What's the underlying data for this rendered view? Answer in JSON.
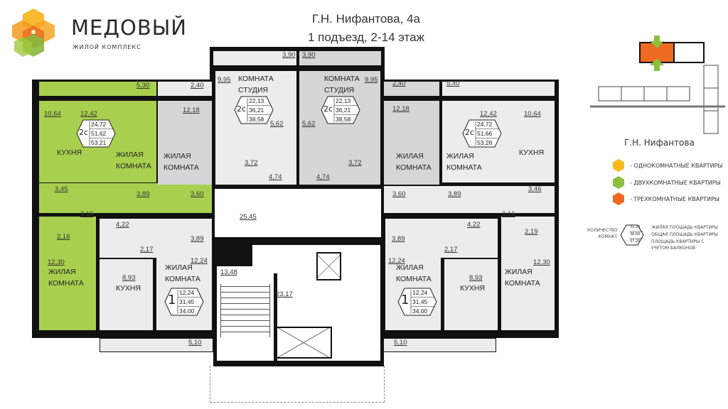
{
  "header": {
    "logo_name": "МЕДОВЫЙ",
    "logo_sub": "ЖИЛОЙ КОМПЛЕКС",
    "address": "Г.Н. Нифантова, 4а",
    "entrance": "1 подъезд, 2-14 этаж"
  },
  "colors": {
    "one_room": "#f7b91c",
    "two_room": "#8cbf3f",
    "three_room": "#ef6a21",
    "highlight_green": "#a9cf4f",
    "wall": "#111111"
  },
  "room_names": {
    "kitchen": "КУХНЯ",
    "living": "ЖИЛАЯ КОМНАТА",
    "studio": "КОМНАТА СТУДИЯ"
  },
  "areas": [
    "5,30",
    "2,40",
    "10,64",
    "12,42",
    "12,18",
    "3,45",
    "3,89",
    "3,60",
    "3,16",
    "2,16",
    "4,22",
    "3,89",
    "2,17",
    "12,30",
    "12,24",
    "8,93",
    "5,10",
    "3,90",
    "3,90",
    "9,95",
    "9,95",
    "5,62",
    "5,62",
    "3,72",
    "3,72",
    "4,74",
    "4,74",
    "25,45",
    "13,48",
    "23,17",
    "2,40",
    "5,40",
    "12,18",
    "12,42",
    "10,64",
    "3,60",
    "3,89",
    "3,46",
    "3,16",
    "4,22",
    "3,89",
    "2,17",
    "2,19",
    "12,30",
    "12,24",
    "8,93",
    "5,10"
  ],
  "apartments": [
    {
      "rooms": "2с",
      "living": "24,72",
      "total": "51,62",
      "with_balcony": "53,21"
    },
    {
      "rooms": "2с",
      "living": "22,13",
      "total": "36,21",
      "with_balcony": "38,58"
    },
    {
      "rooms": "2с",
      "living": "22,13",
      "total": "36,21",
      "with_balcony": "38,58"
    },
    {
      "rooms": "2с",
      "living": "24,72",
      "total": "51,66",
      "with_balcony": "53,28"
    },
    {
      "rooms": "1",
      "living": "12,24",
      "total": "31,45",
      "with_balcony": "34,00"
    },
    {
      "rooms": "1",
      "living": "12,24",
      "total": "31,45",
      "with_balcony": "34,00"
    }
  ],
  "site_map": {
    "street": "Г.Н. Нифантова",
    "current_section_color": "#ef6a21",
    "entrance_arrow_color": "#8cbf3f"
  },
  "legend": {
    "items": [
      {
        "label": "- ОДНОКОМНАТНЫЕ КВАРТИРЫ",
        "color": "#f7b91c"
      },
      {
        "label": "- ДВУХКОМНАТНЫЕ КВАРТИРЫ",
        "color": "#8cbf3f"
      },
      {
        "label": "- ТРЕХКОМНАТНЫЕ КВАРТИРЫ",
        "color": "#ef6a21"
      }
    ],
    "rooms_count_label": "КОЛИЧЕСТВО КОМНАТ",
    "sample": {
      "living": "31,20",
      "total": "38,50",
      "with_balcony": "37,20"
    },
    "living_label": "ЖИЛАЯ ПЛОЩАДЬ КВАРТИРЫ",
    "total_label": "ОБЩАЯ ПЛОЩАДЬ КВАРТИРЫ",
    "balcony_label": "ПЛОЩАДЬ КВАРТИРЫ С УЧЕТОМ БАЛКОНОВ"
  }
}
